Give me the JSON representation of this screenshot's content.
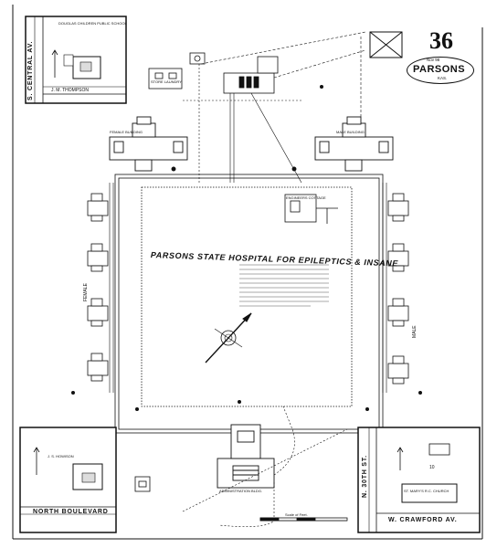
{
  "sheet": {
    "number": "36",
    "city": "PARSONS",
    "state": "KAS.",
    "date": "Nov 98"
  },
  "main": {
    "title": "PARSONS STATE HOSPITAL FOR EPILEPTICS & INSANE",
    "buildings": {
      "female": "FEMALE BUILDING",
      "male": "MALE BUILDING",
      "administration": "ADMINISTRATION BLDG.",
      "store_laundry": "STORE LAUNDRY",
      "engineers_cottage": "ENGINEERS COTTAGE",
      "female_cottages": "FEMALE",
      "male_cottages": "MALE"
    },
    "scale_label": "Scale of Feet."
  },
  "insets": {
    "top_left": {
      "school": "DOUGLAS CHILDREN PUBLIC SCHOOL",
      "street": "S. CENTRAL AV.",
      "owner": "J. M. THOMPSON"
    },
    "bottom_left": {
      "owner": "J. S. HOWISON",
      "street": "NORTH BOULEVARD"
    },
    "bottom_right": {
      "building": "ST. MARY'S R.C. CHURCH",
      "street_vertical": "N. 30TH ST.",
      "street_horizontal": "W. CRAWFORD AV.",
      "block": "10"
    }
  }
}
